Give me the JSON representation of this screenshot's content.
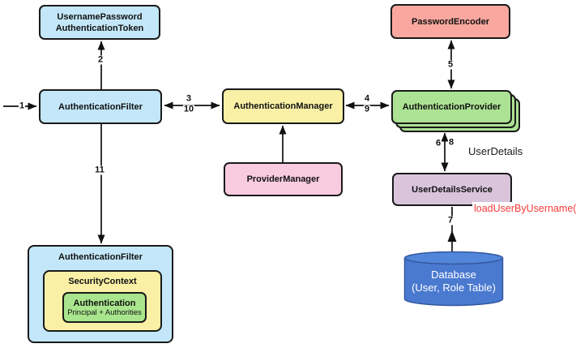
{
  "diagram": {
    "boxes": {
      "username_password_token": {
        "line1": "UsernamePassword",
        "line2": "AuthenticationToken",
        "color": "#c3e7f8"
      },
      "authentication_filter": {
        "label": "AuthenticationFilter",
        "color": "#c3e7f8"
      },
      "authentication_manager": {
        "label": "AuthenticationManager",
        "color": "#f9f0a6"
      },
      "provider_manager": {
        "label": "ProviderManager",
        "color": "#f9cbdf"
      },
      "password_encoder": {
        "label": "PasswordEncoder",
        "color": "#f9a79f"
      },
      "authentication_provider": {
        "label": "AuthenticationProvider",
        "color": "#ace293",
        "stack_count": 3
      },
      "user_details_service": {
        "label": "UserDetailsService",
        "color": "#d9c4dc"
      },
      "database": {
        "line1": "Database",
        "line2": "(User, Role Table)",
        "color": "#4a79d0"
      },
      "authentication_filter_bottom": {
        "label": "AuthenticationFilter",
        "color": "#c3e7f8"
      },
      "security_context": {
        "label": "SecurityContext",
        "color": "#f9f0a6"
      },
      "authentication": {
        "label": "Authentication",
        "sub": "Principal + Authorities",
        "color": "#a9e58d"
      }
    },
    "step_labels": {
      "s1": "1",
      "s2": "2",
      "s3": "3",
      "s4": "4",
      "s5": "5",
      "s6": "6",
      "s7": "7",
      "s8": "8",
      "s9": "9",
      "s10": "10",
      "s11": "11"
    },
    "annotations": {
      "user_details": "UserDetails",
      "load_user_by_username": "loadUserByUsername( )",
      "load_user_color": "#fb3a3a"
    },
    "arrow_color": "#111111"
  }
}
